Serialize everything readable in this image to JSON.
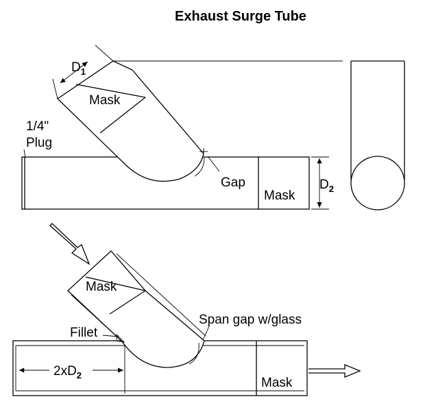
{
  "diagram": {
    "title": "Exhaust Surge Tube",
    "labels": {
      "d1_letter": "D",
      "d1_sub": "1",
      "d2_letter": "D",
      "d2_sub": "2",
      "mask": "Mask",
      "plug_line1": "1/4\"",
      "plug_line2": "Plug",
      "gap": "Gap",
      "span_gap": "Span gap w/glass",
      "fillet": "Fillet",
      "two_d2_prefix": "2xD",
      "two_d2_sub": "2"
    }
  }
}
